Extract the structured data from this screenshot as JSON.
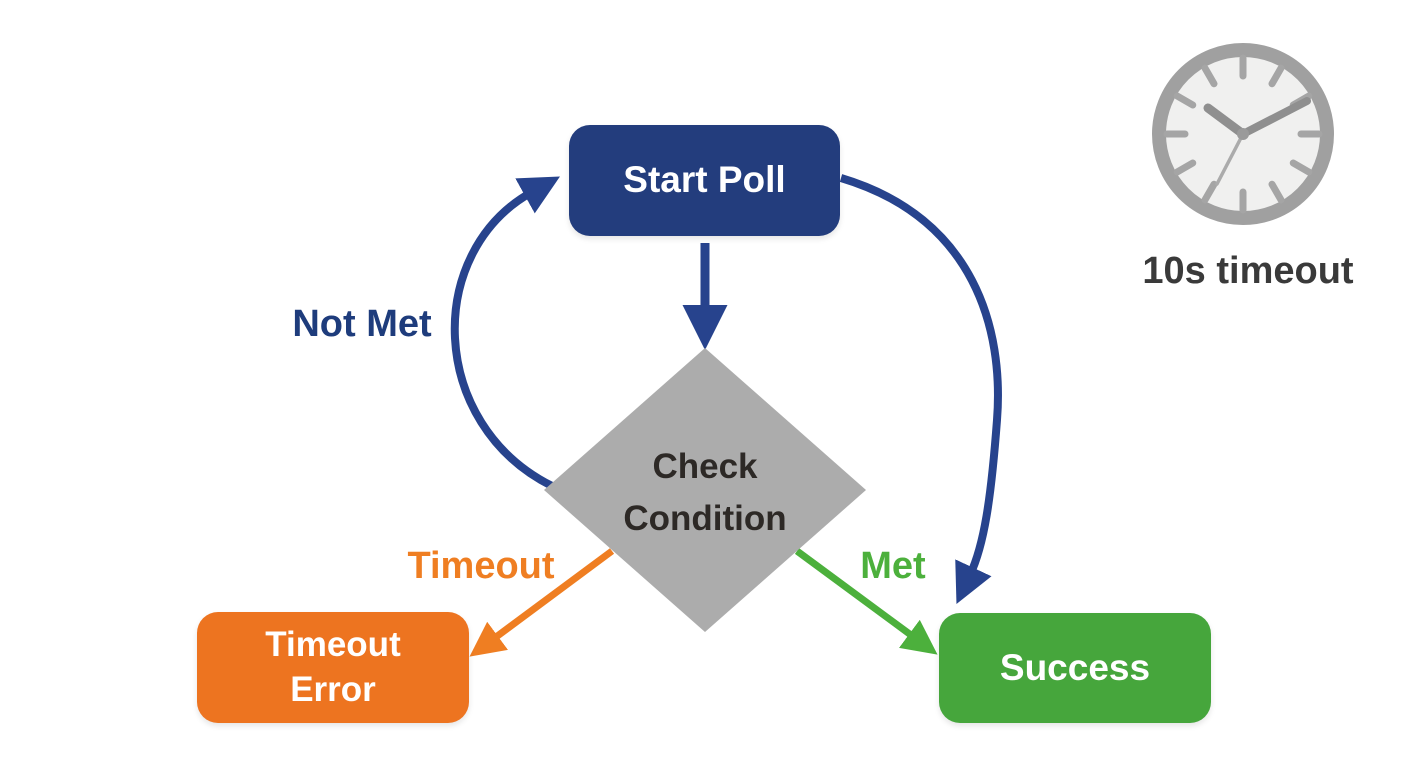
{
  "diagram": {
    "nodes": {
      "start_poll": {
        "label": "Start Poll"
      },
      "check_condition": {
        "line1": "Check",
        "line2": "Condition"
      },
      "timeout_error": {
        "line1": "Timeout",
        "line2": "Error"
      },
      "success": {
        "label": "Success"
      }
    },
    "edge_labels": {
      "not_met": "Not Met",
      "timeout": "Timeout",
      "met": "Met"
    },
    "timeout_note": {
      "icon": "clock-icon",
      "caption": "10s timeout"
    },
    "colors": {
      "background": "#FFFFFF",
      "blue_node": "#233D7D",
      "blue_arrow": "#27438D",
      "blue_label": "#1E3C7C",
      "gray_diamond": "#ACACAC",
      "diamond_text": "#2D2926",
      "orange_node": "#ED7420",
      "orange_arrow": "#EF7E22",
      "green_node": "#46A63C",
      "green_arrow": "#4CB03C",
      "clock_ring": "#A0A0A0",
      "clock_face": "#F0F0EF",
      "clock_hands": "#8F8F8F",
      "caption_text": "#3A3A3A",
      "node_text": "#FFFFFF"
    }
  }
}
